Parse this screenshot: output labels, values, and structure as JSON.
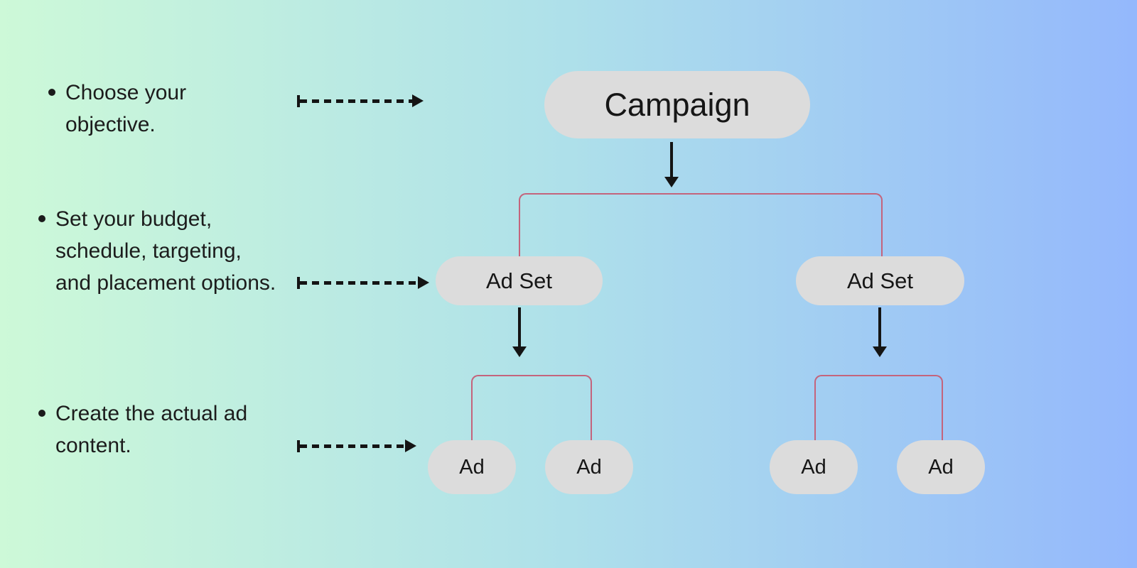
{
  "background": {
    "gradient_left": "#cdf9d8",
    "gradient_right": "#94b8fc"
  },
  "colors": {
    "node_fill": "#dcdcdc",
    "node_text": "#161616",
    "connector_pink": "#c4647c",
    "arrow_black": "#141414",
    "bullet_text": "#1c1c1c"
  },
  "bullets": [
    {
      "text": "Choose your objective."
    },
    {
      "text": "Set your budget, schedule, targeting, and placement options."
    },
    {
      "text": "Create the actual ad content."
    }
  ],
  "nodes": {
    "campaign": {
      "label": "Campaign"
    },
    "ad_sets": [
      {
        "label": "Ad Set"
      },
      {
        "label": "Ad Set"
      }
    ],
    "ads": [
      {
        "label": "Ad"
      },
      {
        "label": "Ad"
      },
      {
        "label": "Ad"
      },
      {
        "label": "Ad"
      }
    ]
  }
}
